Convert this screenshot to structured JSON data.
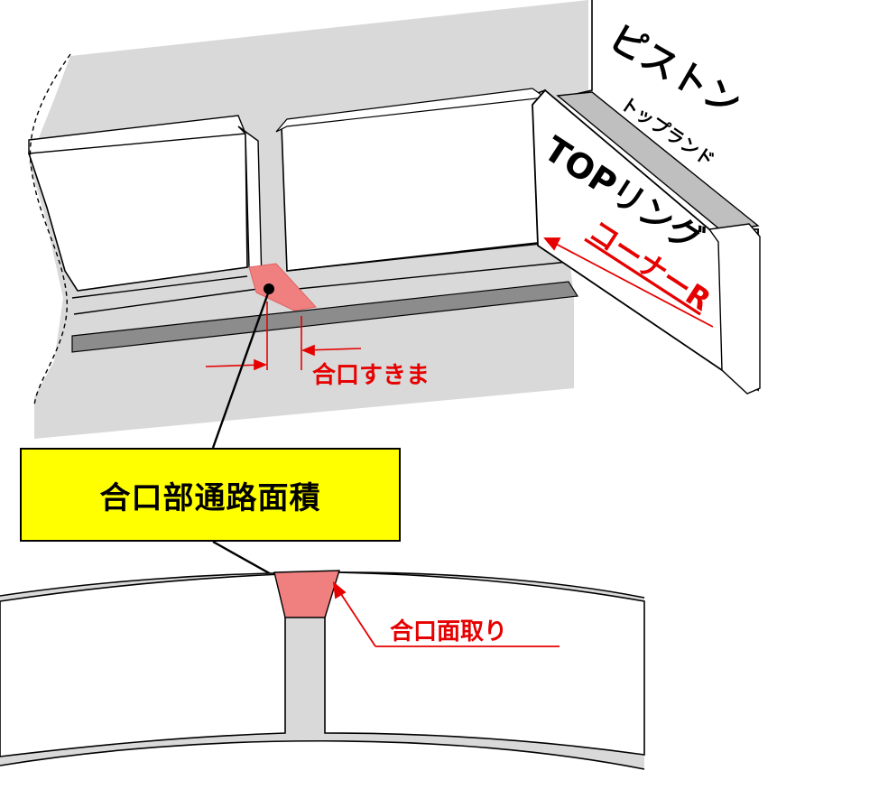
{
  "labels": {
    "piston": "ピストン",
    "top_land": "トップランド",
    "top_ring": "TOPリング",
    "corner_r": "コーナーR",
    "gap_clearance": "合口すきま",
    "gap_passage_area": "合口部通路面積",
    "gap_chamfer": "合口面取り"
  },
  "colors": {
    "highlight": "#f08080",
    "annotation_red": "#e60000",
    "callout_fill": "#ffff00",
    "piston_gray": "#d9d9d9",
    "groove_dark": "#8c8c8c",
    "outline": "#000000"
  }
}
